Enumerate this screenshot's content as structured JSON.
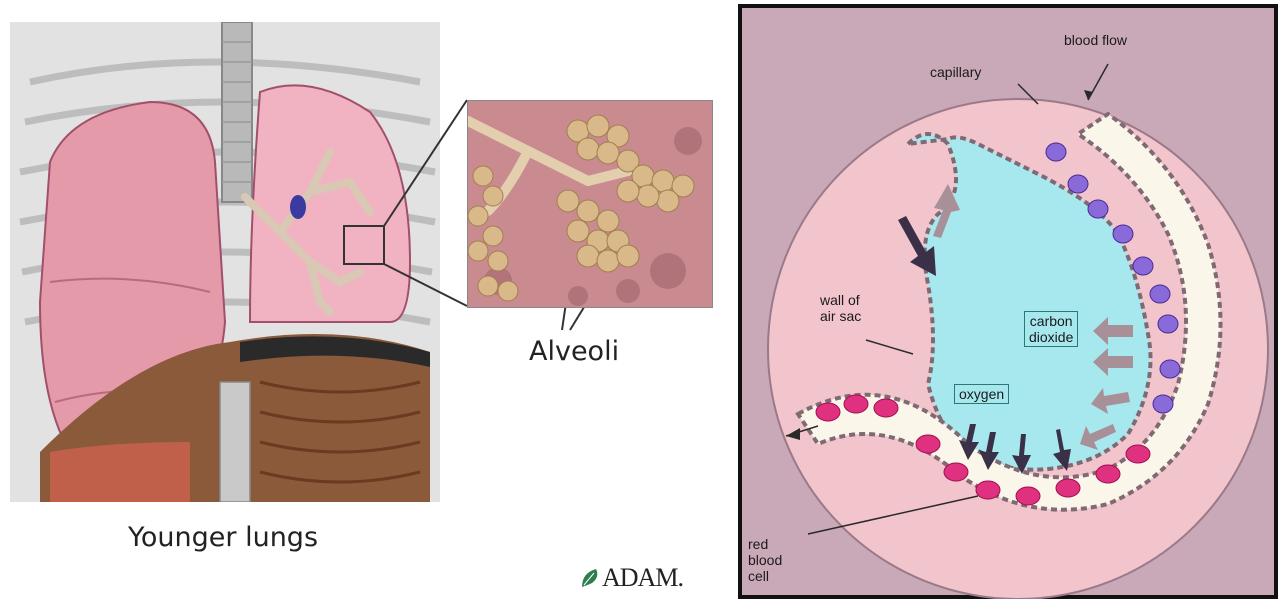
{
  "captions": {
    "younger_lungs": "Younger lungs",
    "alveoli": "Alveoli"
  },
  "logo": {
    "text": "ADAM."
  },
  "gas_exchange_labels": {
    "blood_flow": "blood flow",
    "capillary": "capillary",
    "wall_of_air_sac_line1": "wall of",
    "wall_of_air_sac_line2": "air sac",
    "carbon_dioxide_line1": "carbon",
    "carbon_dioxide_line2": "dioxide",
    "oxygen": "oxygen",
    "red_blood_cell_line1": "red",
    "red_blood_cell_line2": "blood",
    "red_blood_cell_line3": "cell"
  },
  "colors": {
    "lung_pink": "#e8a0b0",
    "air_sac_cyan": "#a6e8ee",
    "tissue_pink": "#f2c4cc",
    "panel_mauve": "#c9a9b8",
    "red_cell": "#e03080",
    "blue_cell": "#8a6ad8",
    "alveoli_tan": "#d9b98a"
  }
}
